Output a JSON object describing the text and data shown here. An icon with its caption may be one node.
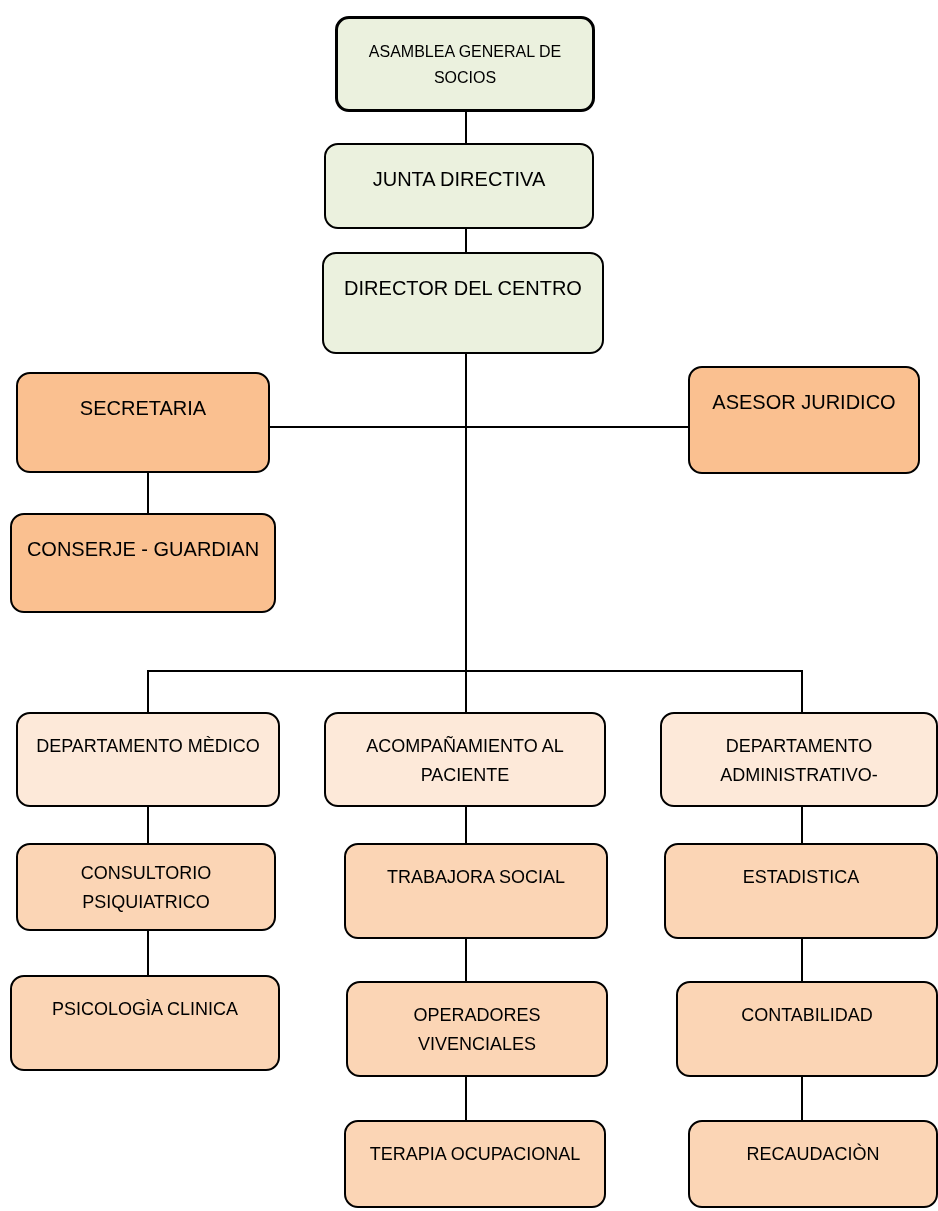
{
  "diagram": {
    "nodes": [
      {
        "text": [
          "ASAMBLEA GENERAL DE SOCIOS"
        ]
      },
      {
        "text": [
          "JUNTA DIRECTIVA"
        ]
      },
      {
        "text": [
          "DIRECTOR DEL CENTRO"
        ]
      },
      {
        "text": [
          "SECRETARIA"
        ]
      },
      {
        "text": [
          "ASESOR JURIDICO"
        ]
      },
      {
        "text": [
          "CONSERJE - GUARDIAN"
        ]
      },
      {
        "text": [
          "DEPARTAMENTO MÈDICO"
        ]
      },
      {
        "text": [
          "ACOMPAÑAMIENTO AL PACIENTE"
        ]
      },
      {
        "text": [
          "DEPARTAMENTO ADMINISTRATIVO-"
        ]
      },
      {
        "text": [
          "CONSULTORIO PSIQUIATRICO"
        ]
      },
      {
        "text": [
          "TRABAJORA SOCIAL"
        ]
      },
      {
        "text": [
          "ESTADISTICA"
        ]
      },
      {
        "text": [
          "PSICOLOGÌA CLINICA"
        ]
      },
      {
        "text": [
          "OPERADORES VIVENCIALES"
        ]
      },
      {
        "text": [
          "CONTABILIDAD"
        ]
      },
      {
        "text": [
          "TERAPIA OCUPACIONAL"
        ]
      },
      {
        "text": [
          "RECAUDACIÒN"
        ]
      }
    ],
    "edges": [
      {
        "from": 0,
        "to": 1,
        "arrow": "none"
      },
      {
        "from": 1,
        "to": 2,
        "arrow": "none"
      },
      {
        "from": 2,
        "to": 3,
        "arrow": "none"
      },
      {
        "from": 2,
        "to": 4,
        "arrow": "none"
      },
      {
        "from": 3,
        "to": 5,
        "arrow": "none"
      },
      {
        "from": 2,
        "to": 6,
        "arrow": "none"
      },
      {
        "from": 2,
        "to": 7,
        "arrow": "none"
      },
      {
        "from": 2,
        "to": 8,
        "arrow": "none"
      },
      {
        "from": 6,
        "to": 9,
        "arrow": "none"
      },
      {
        "from": 9,
        "to": 12,
        "arrow": "none"
      },
      {
        "from": 7,
        "to": 10,
        "arrow": "none"
      },
      {
        "from": 10,
        "to": 13,
        "arrow": "none"
      },
      {
        "from": 13,
        "to": 15,
        "arrow": "none"
      },
      {
        "from": 8,
        "to": 11,
        "arrow": "none"
      },
      {
        "from": 11,
        "to": 14,
        "arrow": "none"
      },
      {
        "from": 14,
        "to": 16,
        "arrow": "none"
      }
    ]
  }
}
